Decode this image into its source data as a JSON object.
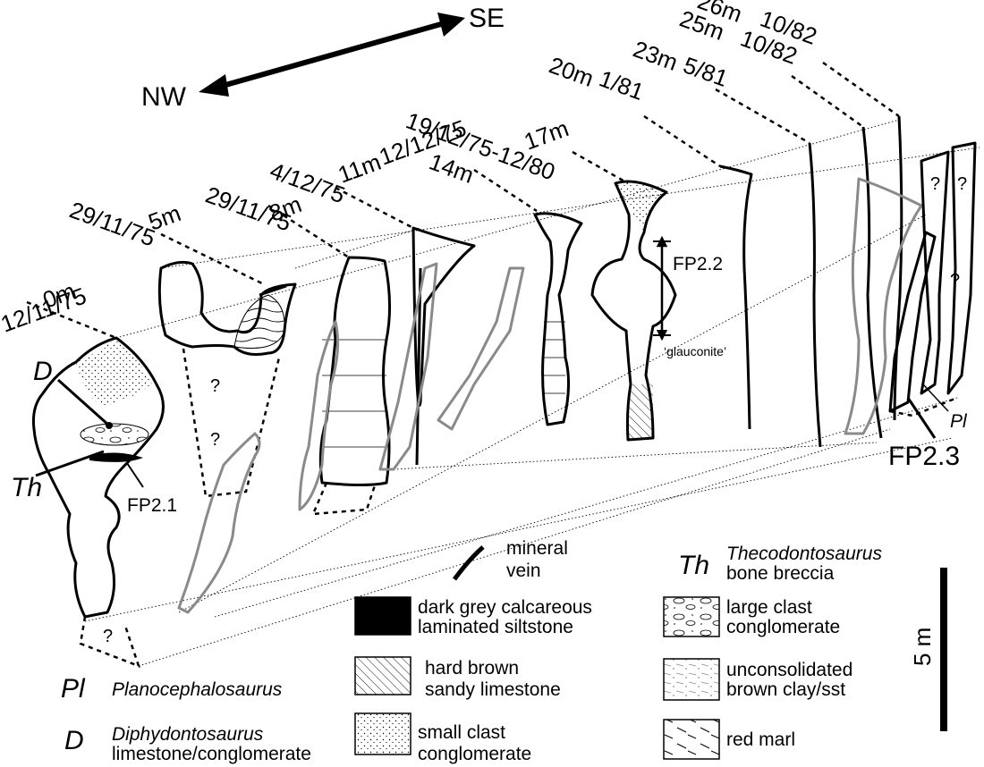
{
  "direction": {
    "nw": "NW",
    "se": "SE"
  },
  "section_labels": [
    {
      "distance": "0m",
      "date": "12/11/75"
    },
    {
      "distance": "5m",
      "date": "29/11/75"
    },
    {
      "distance": "8m",
      "date": "29/11/75"
    },
    {
      "distance": "11m",
      "date": "4/12/75"
    },
    {
      "distance": "14m",
      "date": "12/12/75"
    },
    {
      "distance": "17m",
      "date": "19/12/75-12/80"
    },
    {
      "distance": "20m",
      "date": "1/81"
    },
    {
      "distance": "23m",
      "date": "5/81"
    },
    {
      "distance": "25m",
      "date": "10/82"
    },
    {
      "distance": "26m",
      "date": "10/82"
    }
  ],
  "annotations": {
    "fp21": "FP2.1",
    "fp22": "FP2.2",
    "fp23": "FP2.3",
    "glauconite": "‘glauconite’",
    "d": "D",
    "th": "Th",
    "pl": "Pl",
    "unknown": "?"
  },
  "legend": {
    "abbr": {
      "pl": {
        "code": "Pl",
        "name": "Planocephalosaurus"
      },
      "d": {
        "code": "D",
        "name": "Diphydontosaurus",
        "desc": "limestone/conglomerate"
      },
      "th": {
        "code": "Th",
        "name": "Thecodontosaurus",
        "desc": "bone breccia"
      }
    },
    "items": [
      {
        "line1": "mineral",
        "line2": "vein",
        "icon": "mineral-vein"
      },
      {
        "line1": "dark grey calcareous",
        "line2": "laminated siltstone",
        "icon": "black-fill"
      },
      {
        "line1": "hard brown",
        "line2": "sandy limestone",
        "icon": "hatched"
      },
      {
        "line1": "small clast",
        "line2": "conglomerate",
        "icon": "stippled"
      },
      {
        "line1": "large clast",
        "line2": "conglomerate",
        "icon": "clasts"
      },
      {
        "line1": "unconsolidated",
        "line2": "brown clay/sst",
        "icon": "dotted-dashed"
      },
      {
        "line1": "red marl",
        "line2": "",
        "icon": "dashes"
      }
    ]
  },
  "scale_bar": {
    "label": "5 m"
  },
  "colors": {
    "ink": "#000000",
    "grey_outline": "#8a8a8a",
    "background": "#ffffff"
  }
}
